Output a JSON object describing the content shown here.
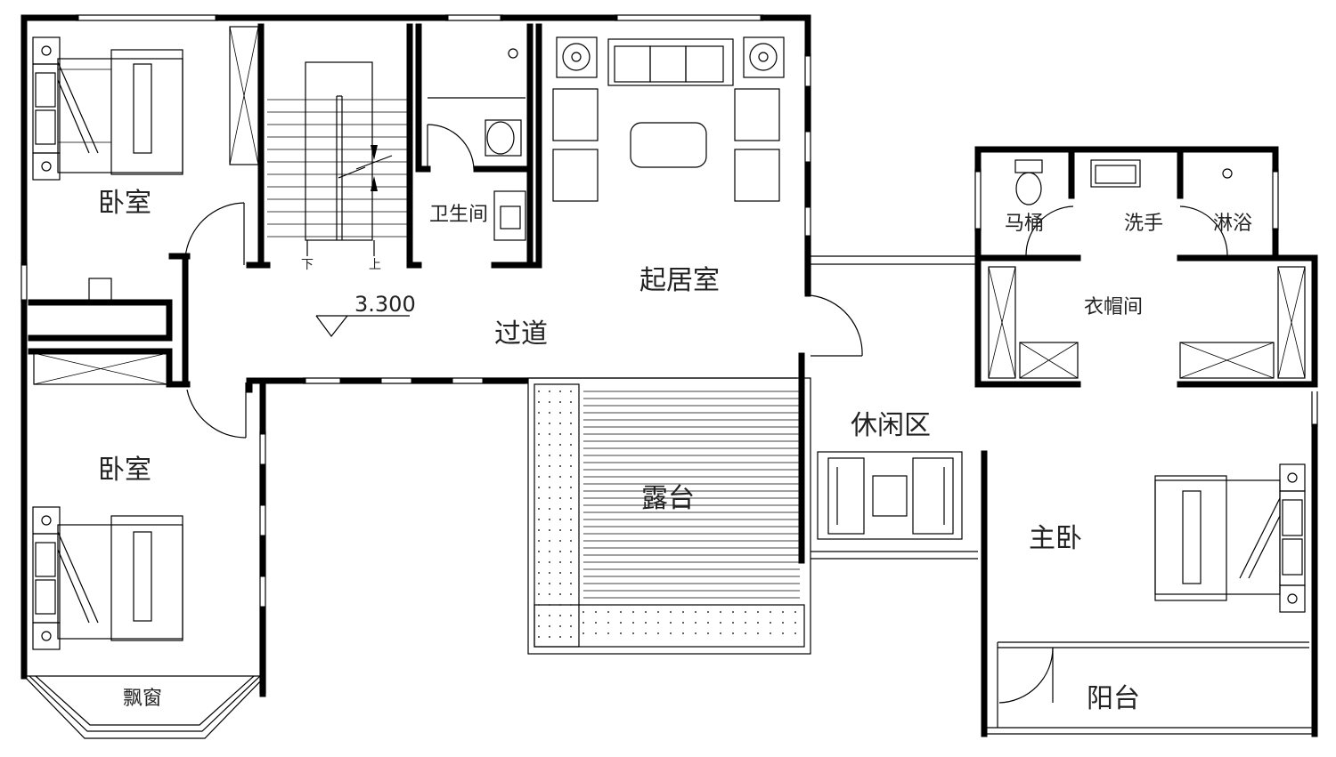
{
  "rooms": {
    "bedroom_top": "卧室",
    "bedroom_left": "卧室",
    "bay_window": "飘窗",
    "bathroom": "卫生间",
    "living_room": "起居室",
    "corridor": "过道",
    "terrace": "露台",
    "lounge": "休闲区",
    "master_bedroom": "主卧",
    "balcony": "阳台",
    "toilet": "马桶",
    "washing": "洗手",
    "shower": "淋浴",
    "cloakroom": "衣帽间"
  },
  "stairs": {
    "down": "下",
    "up": "上"
  },
  "elevation": "3.300"
}
